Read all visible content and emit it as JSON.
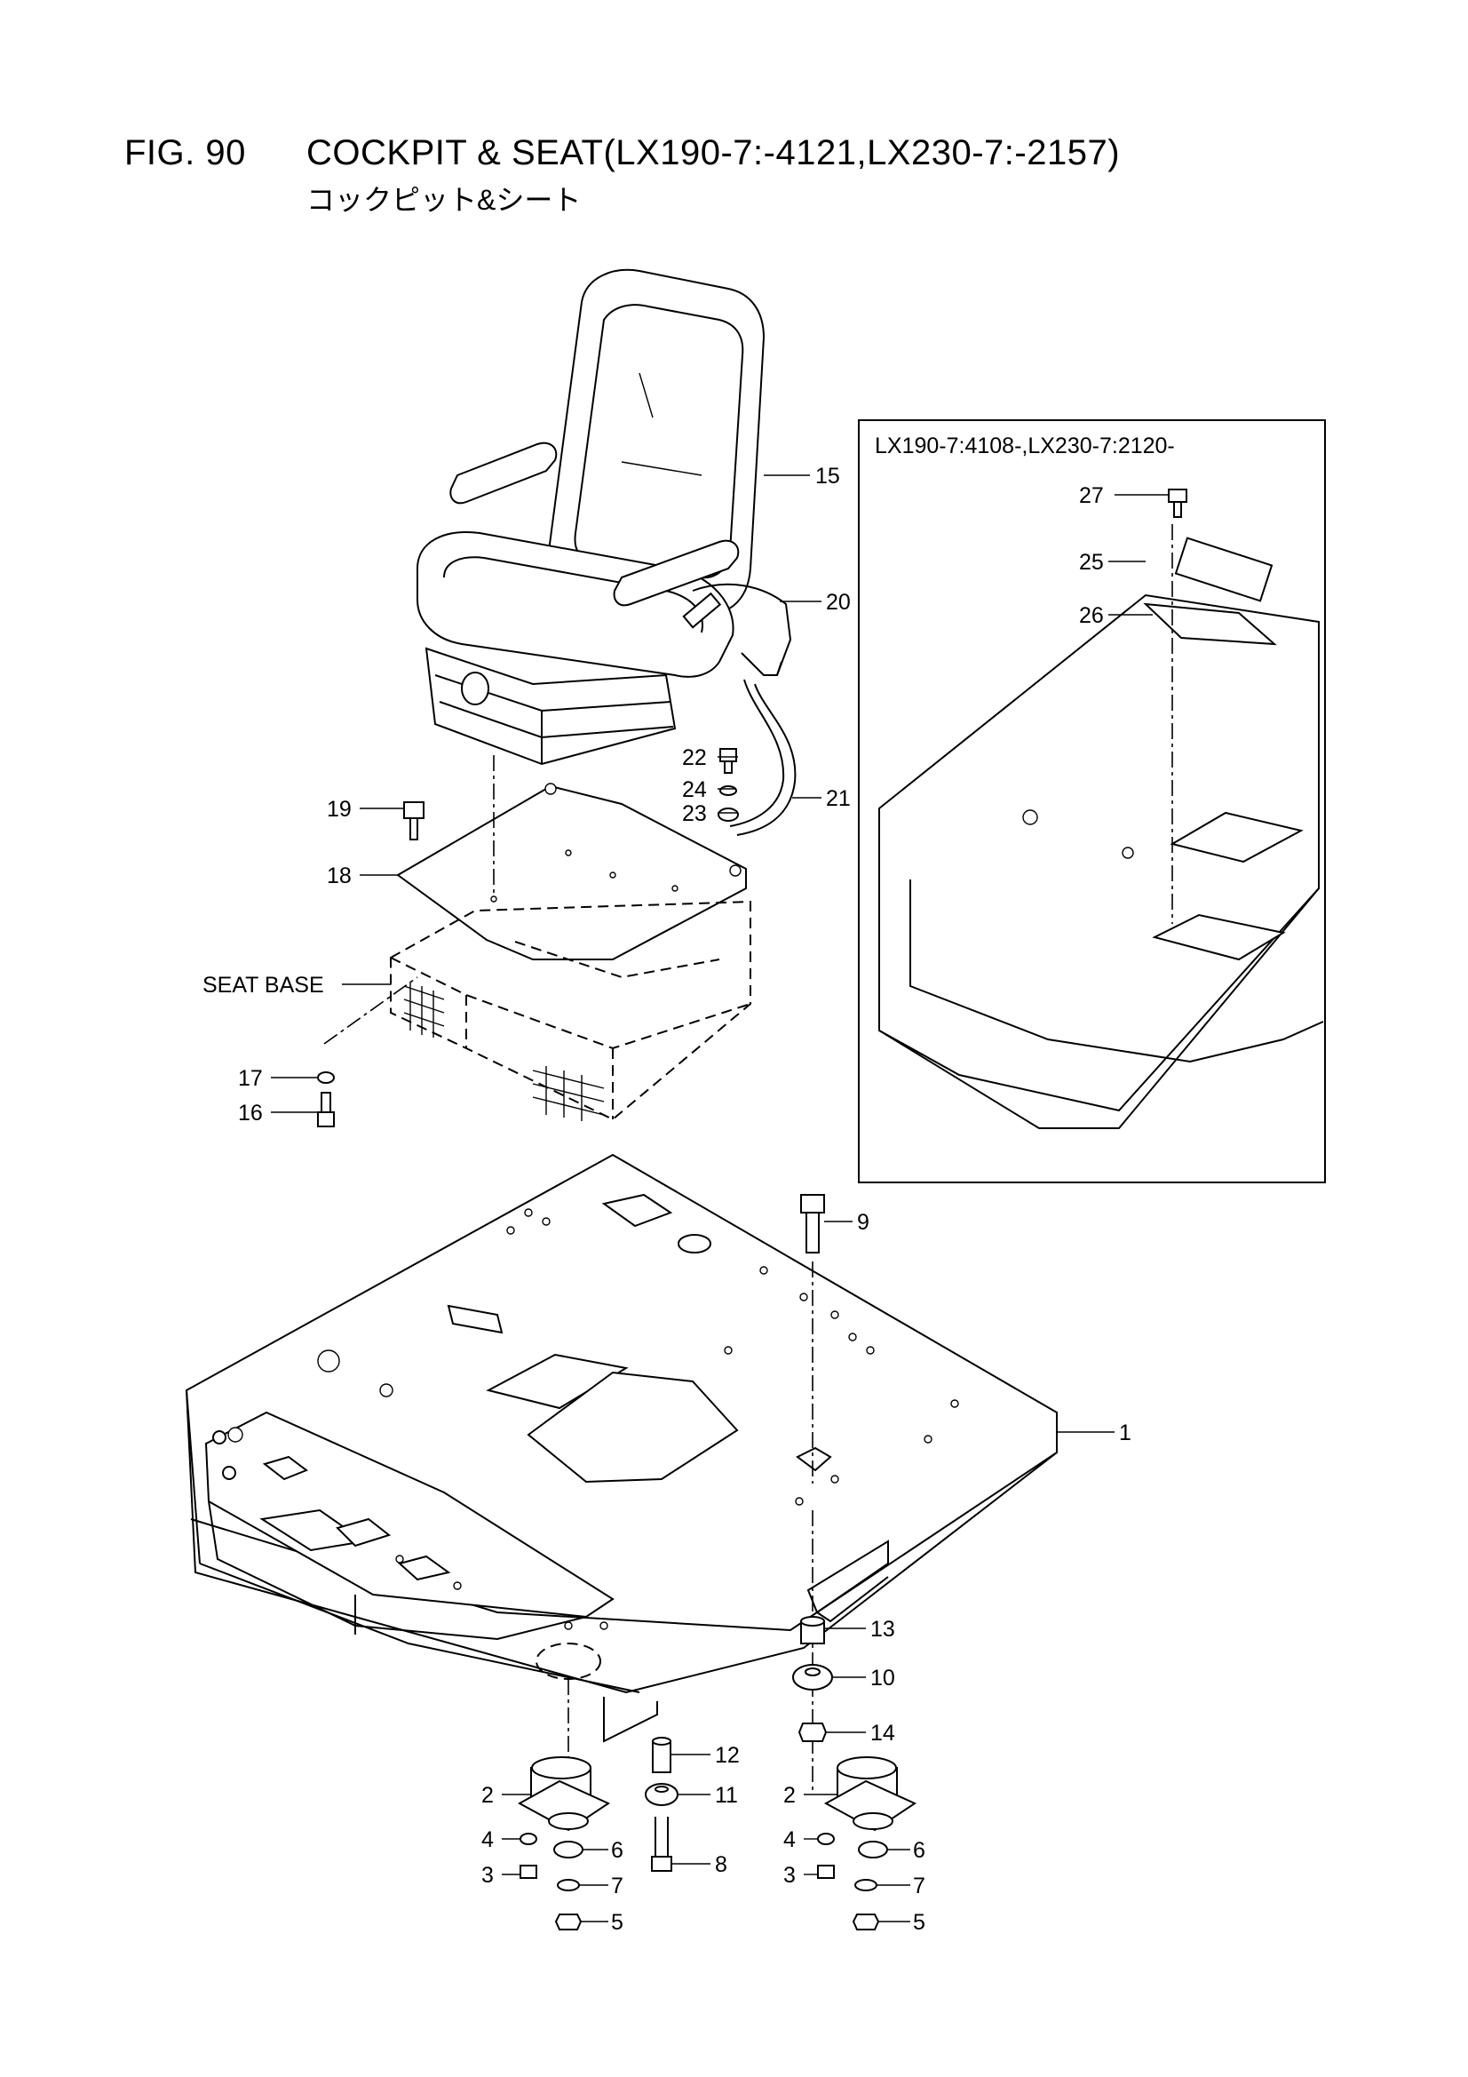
{
  "figure": {
    "number": "FIG. 90",
    "title": "COCKPIT & SEAT(LX190-7:-4121,LX230-7:-2157)",
    "subtitle": "コックピット&シート"
  },
  "inset": {
    "label": "LX190-7:4108-,LX230-7:2120-"
  },
  "callouts": {
    "c1": "1",
    "c2a": "2",
    "c2b": "2",
    "c3a": "3",
    "c3b": "3",
    "c4a": "4",
    "c4b": "4",
    "c5a": "5",
    "c5b": "5",
    "c6a": "6",
    "c6b": "6",
    "c7a": "7",
    "c7b": "7",
    "c8": "8",
    "c9": "9",
    "c10": "10",
    "c11": "11",
    "c12": "12",
    "c13": "13",
    "c14": "14",
    "c15": "15",
    "c16": "16",
    "c17": "17",
    "c18": "18",
    "c19": "19",
    "c20": "20",
    "c21": "21",
    "c22": "22",
    "c23": "23",
    "c24": "24",
    "c25": "25",
    "c26": "26",
    "c27": "27",
    "seat_base": "SEAT BASE"
  }
}
